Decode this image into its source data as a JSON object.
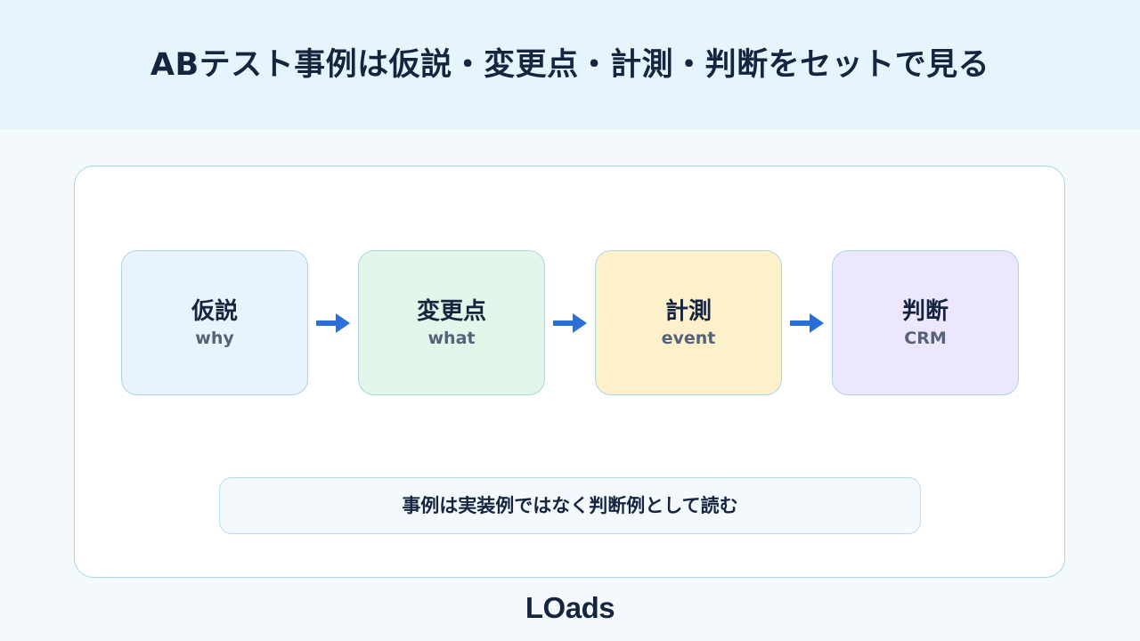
{
  "header": {
    "title": "ABテスト事例は仮説・変更点・計測・判断をセットで見る"
  },
  "steps": [
    {
      "title": "仮説",
      "subtitle": "why"
    },
    {
      "title": "変更点",
      "subtitle": "what"
    },
    {
      "title": "計測",
      "subtitle": "event"
    },
    {
      "title": "判断",
      "subtitle": "CRM"
    }
  ],
  "note": {
    "text": "事例は実装例ではなく判断例として読む"
  },
  "footer": {
    "logo_text": "LOads"
  },
  "colors": {
    "header_band": "#e6f4fd",
    "page_background": "#f3f9fd",
    "title_text": "#16253f",
    "card_border": "#a9d6e6",
    "step1_fill": "#e9f3fd",
    "step2_fill": "#e3f6ea",
    "step3_fill": "#fdf1cc",
    "step4_fill": "#ede7fd",
    "arrow": "#2a6fd8",
    "subtitle_text": "#566278"
  },
  "icons": {
    "arrow": "arrow-right-icon"
  }
}
